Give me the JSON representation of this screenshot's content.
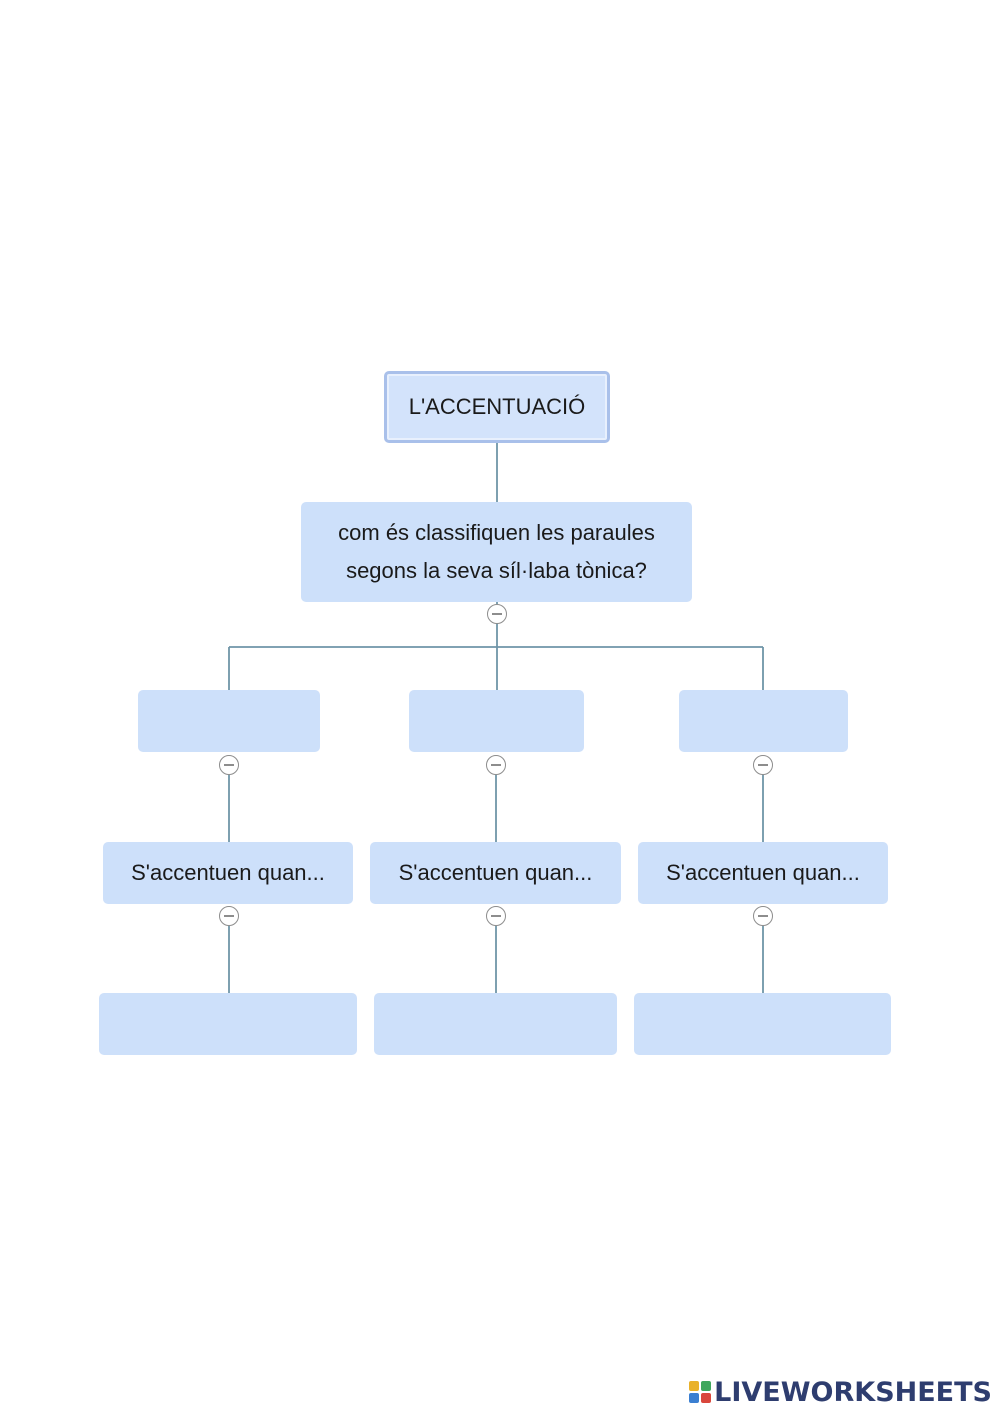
{
  "diagram": {
    "root": {
      "label": "L'ACCENTUACIÓ"
    },
    "question": {
      "line1": "com és classifiquen les paraules",
      "line2": "segons la seva síl·laba tònica?"
    },
    "categories": [
      {
        "label": "",
        "rule": "S'accentuen quan...",
        "answer": ""
      },
      {
        "label": "",
        "rule": "S'accentuen quan...",
        "answer": ""
      },
      {
        "label": "",
        "rule": "S'accentuen quan...",
        "answer": ""
      }
    ]
  },
  "colors": {
    "node_fill": "#cde0fa",
    "root_border": "#a9c0ea",
    "connector": "#6f95a8"
  },
  "footer": {
    "brand_name": "LIVEWORKSHEETS",
    "logo_letters": [
      "L",
      "I",
      "V",
      "E"
    ],
    "logo_colors": [
      "#e9b12a",
      "#3fa75d",
      "#3b7fd1",
      "#d9473c"
    ]
  }
}
